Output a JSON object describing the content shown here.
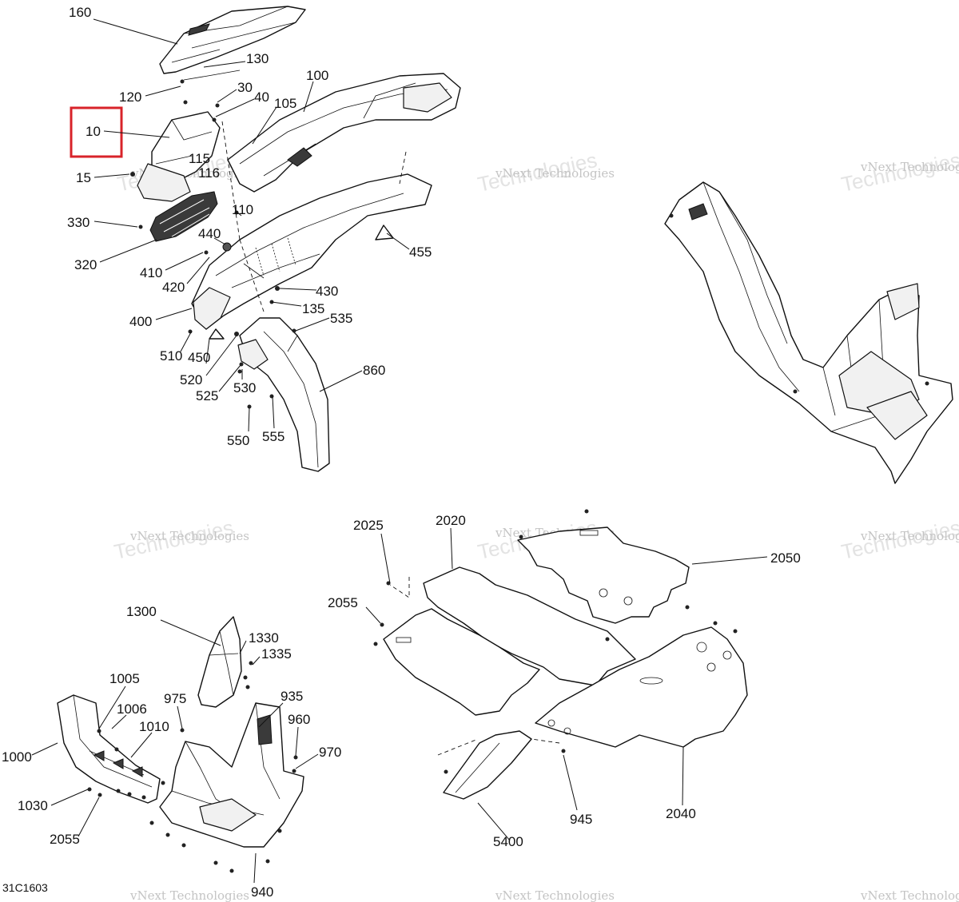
{
  "diagram": {
    "code": "31C1603",
    "highlighted_part": "10",
    "watermark": {
      "line1": "vNext Technologies",
      "line2": "Technologies"
    },
    "labels": [
      "160",
      "130",
      "120",
      "30",
      "40",
      "100",
      "105",
      "10",
      "115",
      "116",
      "15",
      "110",
      "330",
      "440",
      "320",
      "410",
      "420",
      "455",
      "430",
      "135",
      "400",
      "535",
      "510",
      "450",
      "520",
      "525",
      "530",
      "860",
      "550",
      "555",
      "2025",
      "2020",
      "2050",
      "2055",
      "1300",
      "1330",
      "1335",
      "1005",
      "1006",
      "975",
      "935",
      "1010",
      "960",
      "1000",
      "970",
      "1030",
      "2055",
      "940",
      "945",
      "2040",
      "5400"
    ]
  }
}
